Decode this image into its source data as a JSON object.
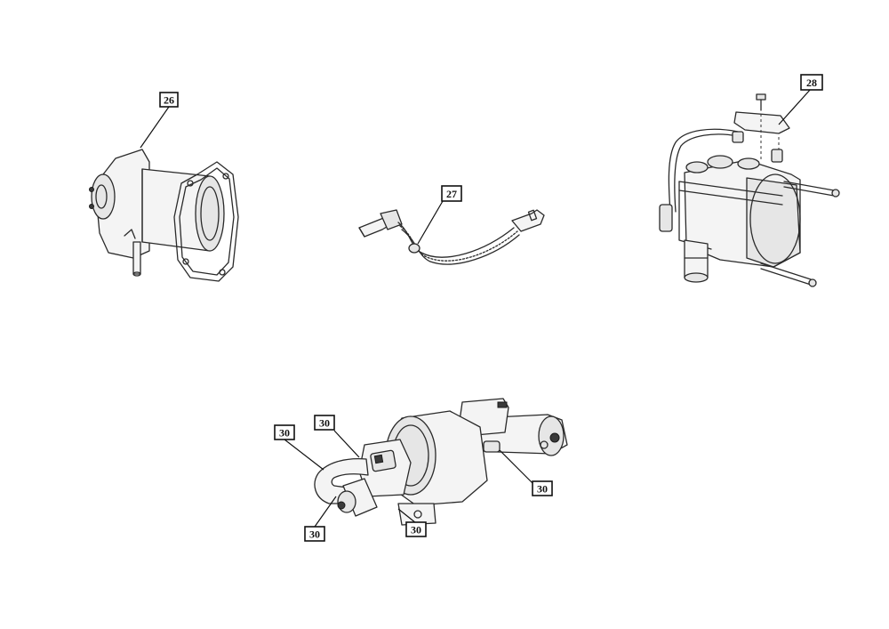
{
  "callouts": [
    {
      "id": "c26",
      "label": "26"
    },
    {
      "id": "c27",
      "label": "27"
    },
    {
      "id": "c28",
      "label": "28"
    },
    {
      "id": "c30a",
      "label": "30"
    },
    {
      "id": "c30b",
      "label": "30"
    },
    {
      "id": "c30c",
      "label": "30"
    },
    {
      "id": "c30d",
      "label": "30"
    },
    {
      "id": "c30e",
      "label": "30"
    }
  ],
  "parts": [
    {
      "name": "burner-tube-assembly"
    },
    {
      "name": "glow-pin-harness"
    },
    {
      "name": "heater-unit"
    },
    {
      "name": "coolant-pump-assembly"
    }
  ]
}
